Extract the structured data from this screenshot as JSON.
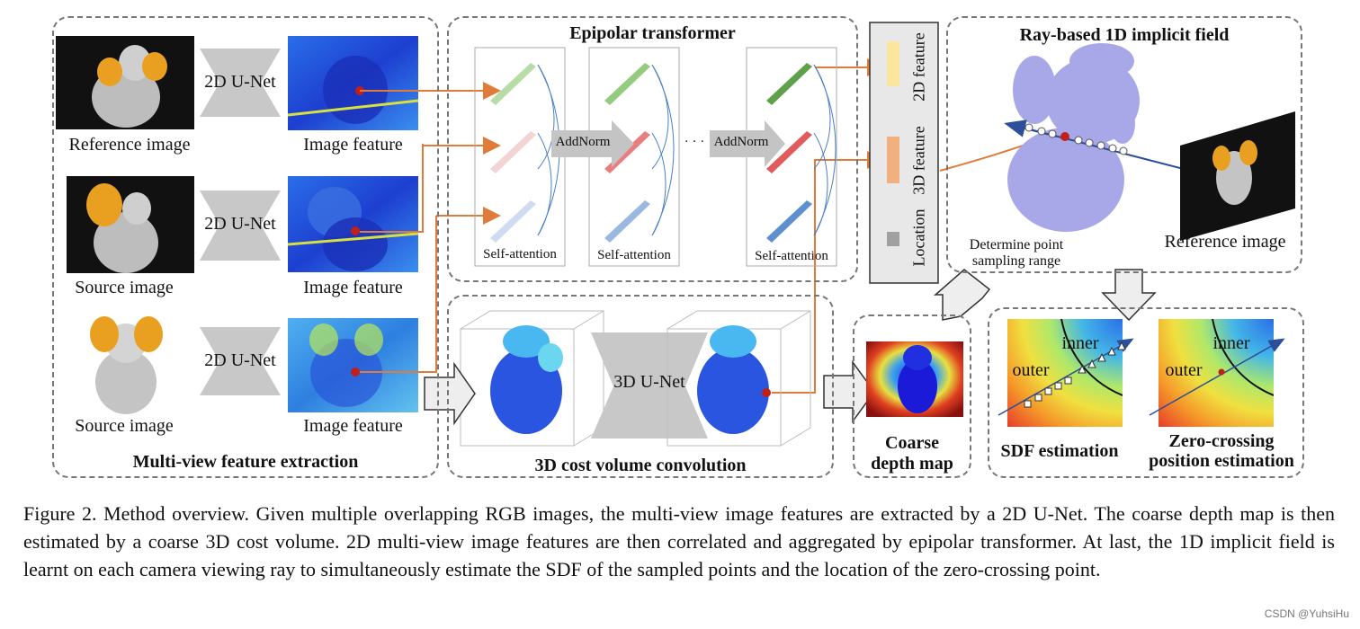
{
  "sections": {
    "multiview": "Multi-view feature extraction",
    "epipolar": "Epipolar transformer",
    "cost_volume": "3D cost volume convolution",
    "ray_field": "Ray-based 1D implicit field",
    "coarse_line1": "Coarse",
    "coarse_line2": "depth map"
  },
  "multiview": {
    "unet": "2D U-Net",
    "reference_image": "Reference image",
    "source_image": "Source image",
    "image_feature": "Image feature"
  },
  "epipolar": {
    "addnorm": "AddNorm",
    "self_attention": "Self-attention",
    "dots": "· · ·"
  },
  "features": {
    "f2d": "2D feature",
    "f3d": "3D feature",
    "loc": "Location"
  },
  "cost_volume": {
    "unet3d": "3D U-Net"
  },
  "ray": {
    "determine_line1": "Determine point",
    "determine_line2": "sampling range",
    "reference_image": "Reference image"
  },
  "sdf": {
    "outer": "outer",
    "inner": "inner",
    "sdf_title": "SDF estimation",
    "zero_line1": "Zero-crossing",
    "zero_line2": "position estimation"
  },
  "caption": "Figure 2. Method overview. Given multiple overlapping RGB images, the multi-view image features are extracted by a 2D U-Net. The coarse depth map is then estimated by a coarse 3D cost volume. 2D multi-view image features are then correlated and aggregated by epipolar transformer. At last, the 1D implicit field is learnt on each camera viewing ray to simultaneously estimate the SDF of the sampled points and the location of the zero-crossing point.",
  "footer": "CSDN @YuhsiHu",
  "colors": {
    "arrow_orange": "#e07b39",
    "feature_blue": "#2a52d8",
    "green_bar": "#7fbf6a",
    "red_bar": "#e06a6a",
    "blue_bar": "#7fa7d8",
    "voxel_purple": "#a8a8e8"
  }
}
